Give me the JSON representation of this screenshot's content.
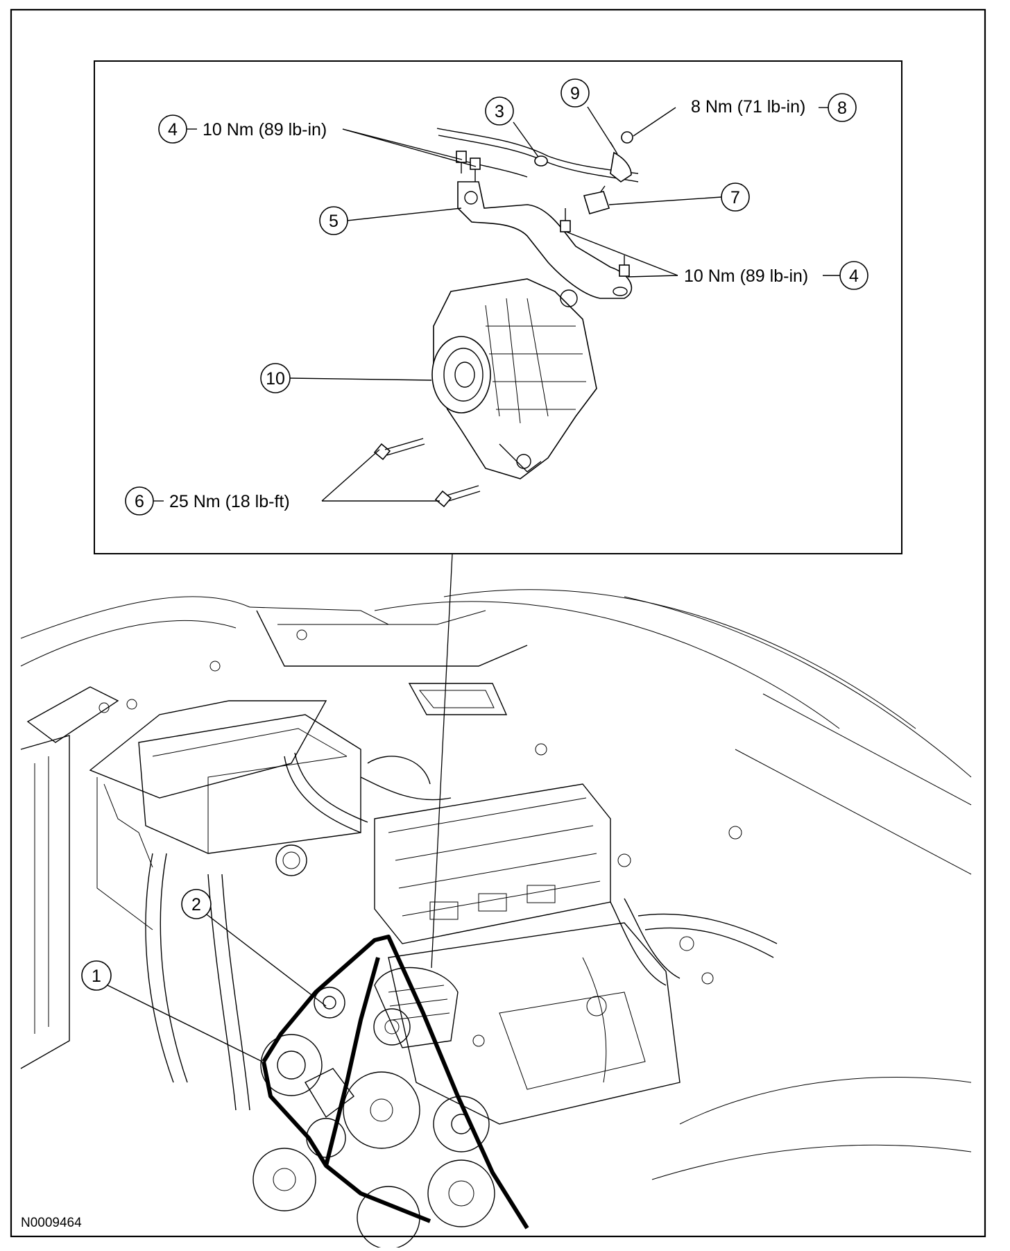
{
  "figure_code": "N0009464",
  "callouts": [
    {
      "id": "c1",
      "number": "1"
    },
    {
      "id": "c2",
      "number": "2"
    },
    {
      "id": "c3",
      "number": "3"
    },
    {
      "id": "c4a",
      "number": "4",
      "torque": "10 Nm (89 lb-in)"
    },
    {
      "id": "c4b",
      "number": "4",
      "torque": "10 Nm (89 lb-in)"
    },
    {
      "id": "c5",
      "number": "5"
    },
    {
      "id": "c6",
      "number": "6",
      "torque": "25 Nm (18 lb-ft)"
    },
    {
      "id": "c7",
      "number": "7"
    },
    {
      "id": "c8",
      "number": "8",
      "torque": "8 Nm (71 lb-in)"
    },
    {
      "id": "c9",
      "number": "9"
    },
    {
      "id": "c10",
      "number": "10"
    }
  ]
}
